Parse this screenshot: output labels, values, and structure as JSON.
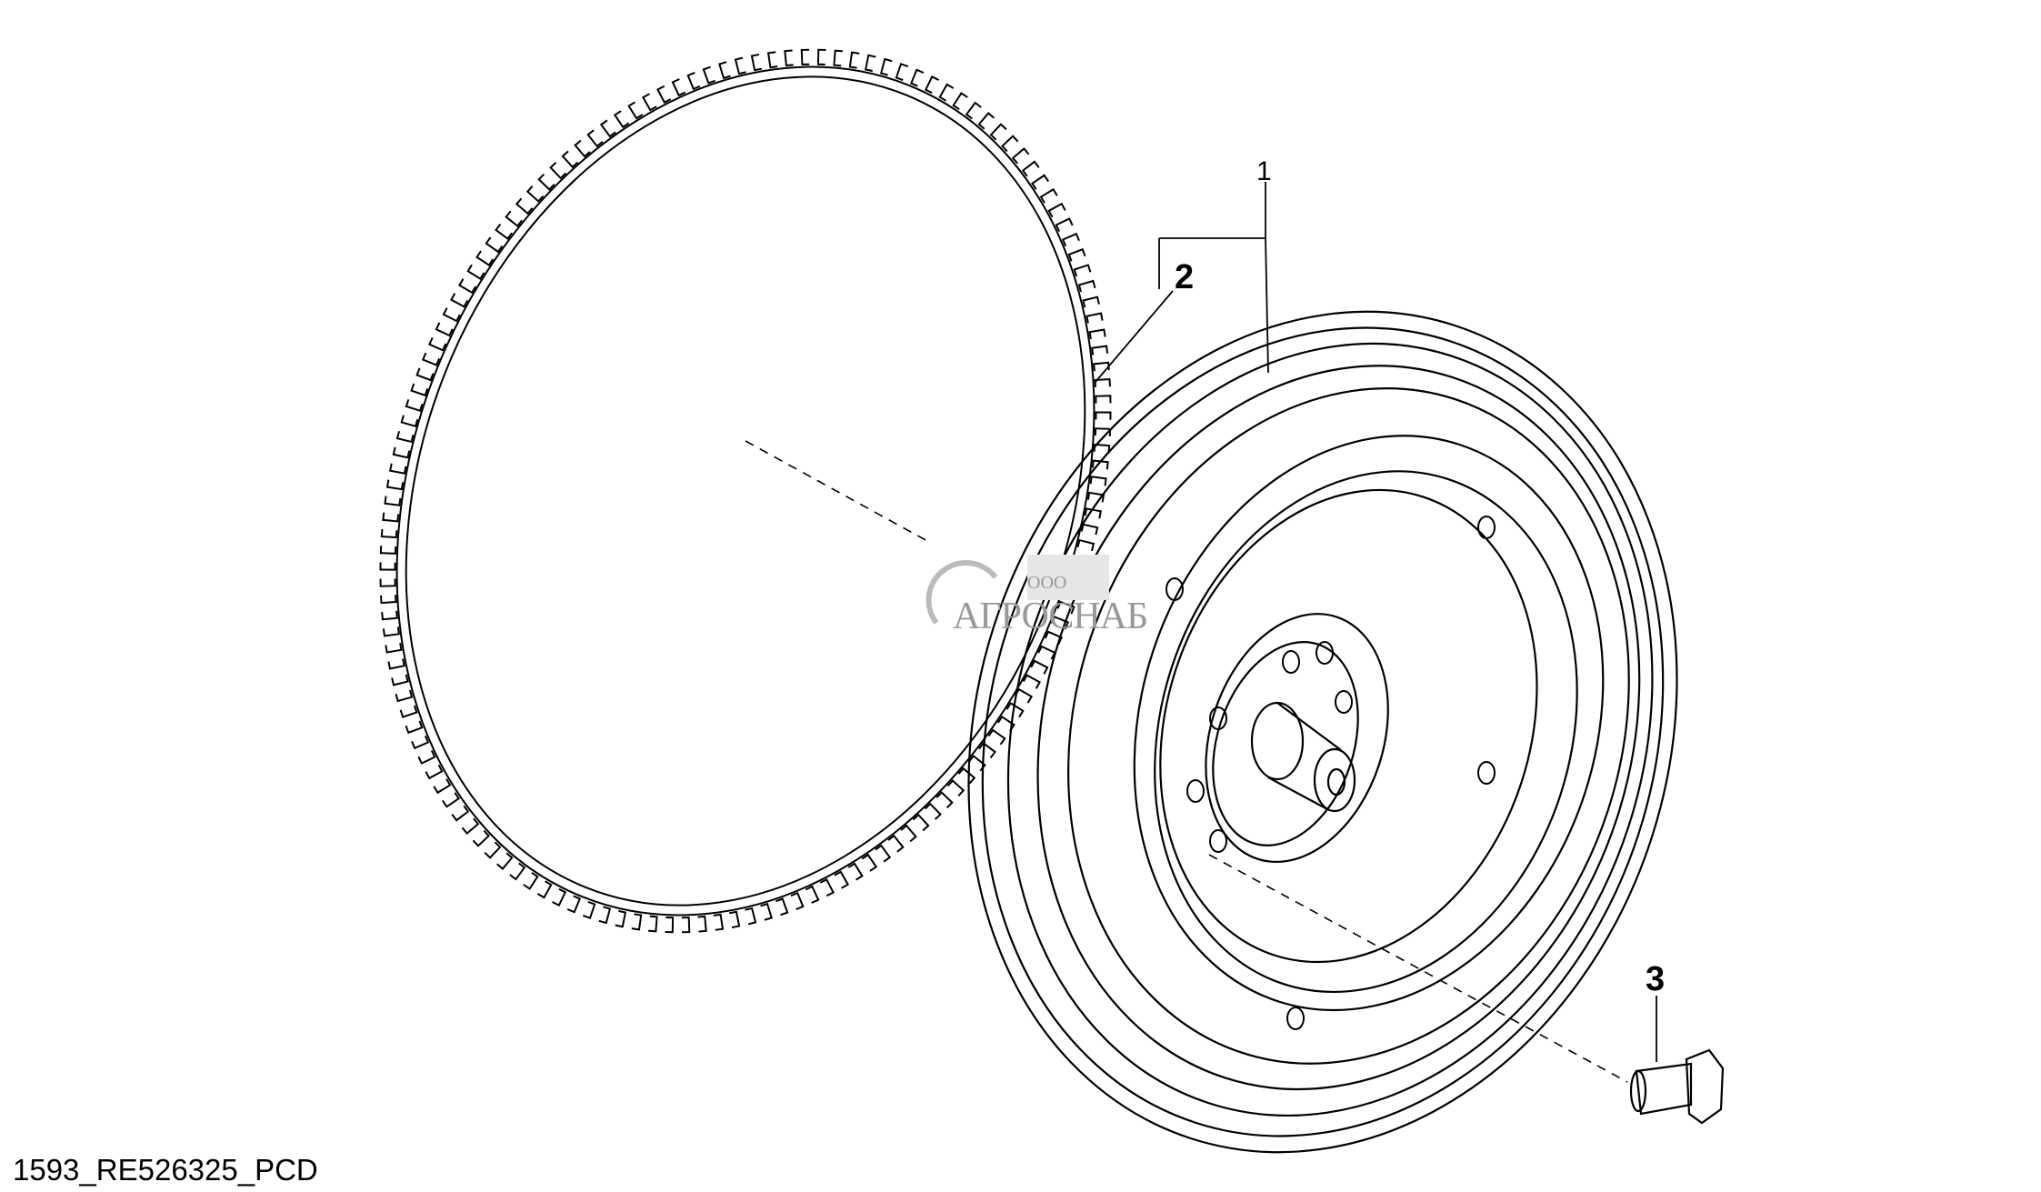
{
  "callouts": [
    {
      "number": "1",
      "part": "flywheel-assembly"
    },
    {
      "number": "2",
      "part": "ring-gear"
    },
    {
      "number": "3",
      "part": "bolt"
    }
  ],
  "caption": "1593_RE526325_PCD",
  "watermark": {
    "prefix": "ООО",
    "name": "АГРОСНАБ"
  }
}
